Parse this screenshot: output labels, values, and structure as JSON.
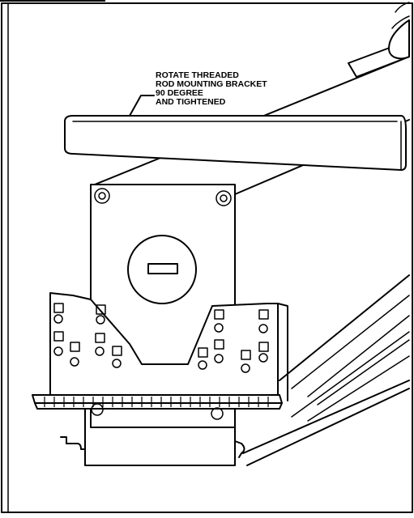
{
  "callout": {
    "lines": [
      "ROTATE THREADED",
      "ROD MOUNTING BRACKET",
      "90 DEGREE",
      "AND TIGHTENED"
    ]
  },
  "colors": {
    "line": "#000000",
    "background": "#ffffff"
  }
}
